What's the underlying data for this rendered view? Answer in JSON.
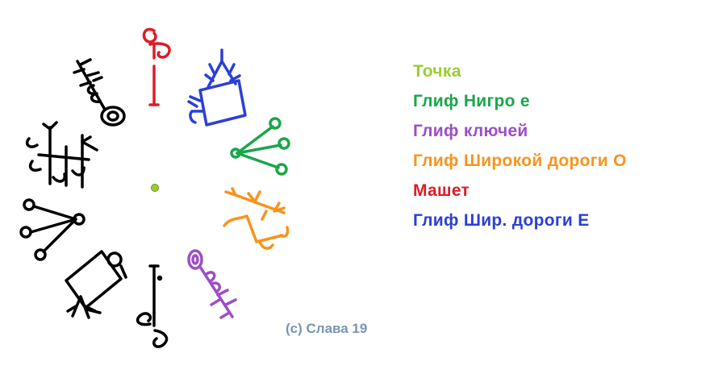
{
  "colors": {
    "background": "#ffffff",
    "tochka": "#9acd32",
    "glif_nigro_e": "#1aa64a",
    "glif_klyuchey": "#9b4fc7",
    "glif_shirokoy_dorogi_o": "#f7941d",
    "mashet": "#e01b24",
    "glif_shir_dorogi_e": "#2b3fd6",
    "black_glyphs": "#000000",
    "copyright": "#7a94b6"
  },
  "legend": [
    {
      "label": "Точка",
      "color": "#9acd32"
    },
    {
      "label": "Глиф Нигро е",
      "color": "#1aa64a"
    },
    {
      "label": "Глиф ключей",
      "color": "#9b4fc7"
    },
    {
      "label": "Глиф Широкой дороги О",
      "color": "#f7941d"
    },
    {
      "label": "Машет",
      "color": "#e01b24"
    },
    {
      "label": "Глиф Шир. дороги Е",
      "color": "#2b3fd6"
    }
  ],
  "copyright": "(c) Слава 19"
}
